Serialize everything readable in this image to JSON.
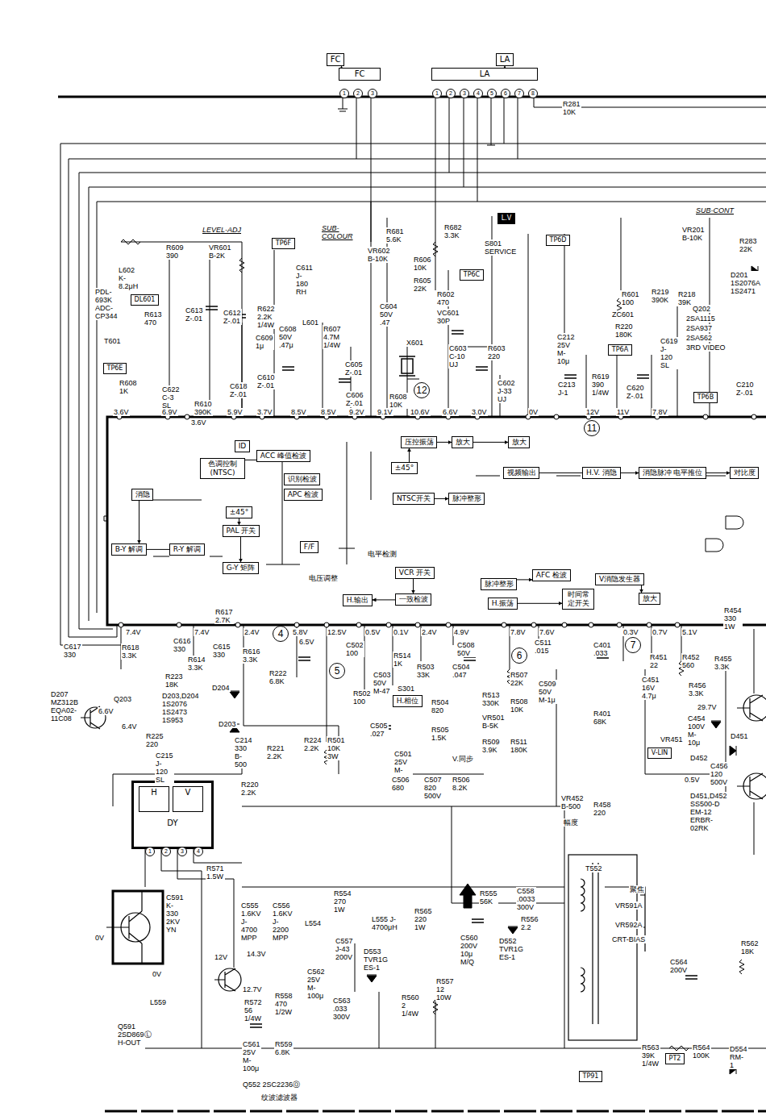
{
  "diagram": {
    "nodes": [
      {
        "text": [
          "FC"
        ]
      },
      {
        "text": [
          "FC"
        ]
      },
      {
        "text": [
          "LA"
        ]
      },
      {
        "text": [
          "LA"
        ]
      },
      {
        "text": [
          "TP6F"
        ]
      },
      {
        "text": [
          "DL601"
        ]
      },
      {
        "text": [
          "TP6E"
        ]
      },
      {
        "text": [
          "TP6C"
        ]
      },
      {
        "text": [
          "TP6D"
        ]
      },
      {
        "text": [
          "TP6A"
        ]
      },
      {
        "text": [
          "TP6B"
        ]
      },
      {
        "text": [
          "L.V"
        ]
      },
      {
        "text": [
          "ID"
        ]
      },
      {
        "text": [
          "ACC 峰值检波"
        ]
      },
      {
        "text": [
          "色调控制 (NTSC)"
        ]
      },
      {
        "text": [
          "识别检波"
        ]
      },
      {
        "text": [
          "APC 检波"
        ]
      },
      {
        "text": [
          "压控振荡"
        ]
      },
      {
        "text": [
          "放大"
        ]
      },
      {
        "text": [
          "±45°"
        ]
      },
      {
        "text": [
          "放大"
        ]
      },
      {
        "text": [
          "NTSC开关"
        ]
      },
      {
        "text": [
          "脉冲整形"
        ]
      },
      {
        "text": [
          "视频输出"
        ]
      },
      {
        "text": [
          "H.V. 消隐"
        ]
      },
      {
        "text": [
          "消隐脉冲 电平推位"
        ]
      },
      {
        "text": [
          "对比度"
        ]
      },
      {
        "text": [
          "消隐"
        ]
      },
      {
        "text": [
          "±45°"
        ]
      },
      {
        "text": [
          "PAL 开关"
        ]
      },
      {
        "text": [
          "B-Y 解调"
        ]
      },
      {
        "text": [
          "R-Y 解调"
        ]
      },
      {
        "text": [
          "G-Y 矩阵"
        ]
      },
      {
        "text": [
          "F/F"
        ]
      },
      {
        "text": [
          "VCR 开关"
        ]
      },
      {
        "text": [
          "一致检波"
        ]
      },
      {
        "text": [
          "脉冲整形"
        ]
      },
      {
        "text": [
          "AFC 检波"
        ]
      },
      {
        "text": [
          "H.输出"
        ]
      },
      {
        "text": [
          "H.振荡"
        ]
      },
      {
        "text": [
          "时间常 定开关"
        ]
      },
      {
        "text": [
          "V消隐发生器"
        ]
      },
      {
        "text": [
          "放大"
        ]
      },
      {
        "text": [
          "H.相位"
        ]
      },
      {
        "text": [
          "V-LIN"
        ]
      },
      {
        "text": [
          "DY"
        ]
      },
      {
        "text": [
          "H"
        ],
        "in": 45
      },
      {
        "text": [
          "V"
        ],
        "in": 45
      },
      {
        "text": [
          "TP91"
        ]
      },
      {
        "text": [
          "PT2"
        ]
      }
    ],
    "edges": [
      {
        "from": 1,
        "to": 0,
        "arrow": "to"
      },
      {
        "from": 3,
        "to": 2,
        "arrow": "to"
      },
      {
        "from": 17,
        "to": 18,
        "arrow": "to"
      },
      {
        "from": 18,
        "to": 20,
        "arrow": "to"
      },
      {
        "from": 19,
        "to": 17,
        "arrow": "to"
      },
      {
        "from": 21,
        "to": 22,
        "arrow": "to"
      },
      {
        "from": 23,
        "to": 24,
        "arrow": "none"
      },
      {
        "from": 24,
        "to": 25,
        "arrow": "to"
      },
      {
        "from": 25,
        "to": 26,
        "arrow": "to"
      },
      {
        "from": 27,
        "to": 30,
        "arrow": "to"
      },
      {
        "from": 28,
        "to": 29,
        "arrow": "to"
      },
      {
        "from": 29,
        "to": 32,
        "arrow": "to"
      },
      {
        "from": 30,
        "to": 31,
        "arrow": "none"
      },
      {
        "from": 34,
        "to": 35,
        "arrow": "to"
      },
      {
        "from": 35,
        "to": 38,
        "arrow": "to"
      },
      {
        "from": 36,
        "to": 37,
        "arrow": "to"
      },
      {
        "from": 39,
        "to": 40,
        "arrow": "to"
      },
      {
        "from": 41,
        "to": 42,
        "arrow": "to"
      },
      {
        "from": 14,
        "to": 13,
        "arrow": "none"
      }
    ],
    "labels": [
      "1",
      "2",
      "3",
      "1",
      "2",
      "3",
      "4",
      "5",
      "6",
      "7",
      "8",
      "R281 10K",
      "LEVEL-ADJ",
      "SUB-COLOUR",
      "SUB-CONT",
      "R609 390",
      "VR601 B-2K",
      "L602 K-8.2μH",
      "PDL-693K ADC-CP344",
      "R613 470",
      "C613 Z-.01",
      "C612 Z-.01",
      "T601",
      "R608 1K",
      "C622 C-3 SL",
      "R610 390K",
      "C618 Z-.01",
      "C611 J-180 RH",
      "L601",
      "R622 2.2K 1/4W",
      "C609 1μ",
      "C608 50V .47μ",
      "R607 4.7M 1/4W",
      "C610 Z-.01",
      "C605 Z-.01",
      "C606 Z-.01",
      "VR602 B-10K",
      "R681 5.6K",
      "R606 10K",
      "R605 22K",
      "R682 3.3K",
      "S801 SERVICE",
      "R602 470",
      "VC601 30P",
      "C604 50V .47",
      "C603 C-10 UJ",
      "R603 220",
      "X601",
      "R608 10K",
      "12",
      "C602 J-33 UJ",
      "C212 25V M-10μ",
      "C213 J-1",
      "R601 100",
      "R219 390K",
      "R218 39K",
      "ZC601",
      "R220 180K",
      "C619 J-120 SL",
      "R619 390 1/4W",
      "C620 Z-.01",
      "11",
      "C210 Z-.01",
      "VR201 B-10K",
      "R283 22K",
      "D201 1S2076A 1S2471",
      "Q202",
      "2SA1115",
      "2SA937",
      "2SA562",
      "3RD VIDEO",
      "3.6V",
      "6.9V",
      "3.6V",
      "5.9V",
      "3.7V",
      "8.5V",
      "8.5V",
      "9.2V",
      "9.1V",
      "10.6V",
      "6.6V",
      "3.0V",
      "0V",
      "12V",
      "11V",
      "7.8V",
      "电平检测",
      "电压调整",
      "7.4V",
      "7.4V",
      "2.4V",
      "5.8V",
      "6.5V",
      "12.5V",
      "0.5V",
      "0.1V",
      "2.4V",
      "4.9V",
      "7.8V",
      "7.6V",
      "0.3V",
      "0.7V",
      "5.1V",
      "4",
      "5",
      "6",
      "7",
      "C617 330",
      "R618 3.3K",
      "C616 330",
      "R617 2.7K",
      "C615 330",
      "R614 3.3K",
      "R616 3.3K",
      "R223 18K",
      "D203,D204 1S2076 1S2473 1S953",
      "D204",
      "D203",
      "R222 6.8K",
      "C214 330 B-500",
      "R221 2.2K",
      "R224 2.2K",
      "R501 10K 3W",
      "R220 2.2K",
      "D207 MZ312B EQA02-11C08",
      "Q203",
      "6.6V",
      "6.4V",
      "R225 220",
      "C215 J-120 SL",
      "C502 100",
      "R514 1K",
      "C503 50V M-47",
      "R503 33K",
      "C508 50V",
      "C504 .047",
      "R502 100",
      "S301",
      "R504 820",
      "R505 1.5K",
      "C505 .027",
      "C501 25V M-100μ",
      "R513 330K",
      "R507 22K",
      "R508 10K",
      "VR501 B-5K",
      "R509 3.9K",
      "R511 180K",
      "C509 50V M-1μ",
      "V.同步",
      "C511 .015",
      "C401 .033",
      "R451 22",
      "R452 560",
      "R454 330 1W",
      "R455 3.3K",
      "R456 3.3K",
      "29.7V",
      "C454 100V M-10μ",
      "C451 16V 4.7μ",
      "R401 68K",
      "VR451",
      "D452",
      "D451",
      "C456 120 500V",
      "0.5V",
      "D451,D452 SS500-D EM-12 ERBR-02RK",
      "VR452 B-500",
      "幅度",
      "R458 220",
      "C506 680",
      "C507 820 500V",
      "R506 8.2K",
      "R571 1.5W",
      "C591 K-330 2KV YN",
      "0V",
      "0V",
      "L559",
      "Q591 2SD869Ⓛ H-OUT",
      "C555 1.6KV J-4700 MPP",
      "C556 1.6KV J-2200 MPP",
      "R554 270 1W",
      "L554",
      "L555 J-4700μH",
      "R565 220 1W",
      "C557 J-43 200V",
      "D553 TVR1G ES-1",
      "12V",
      "14.3V",
      "12.7V",
      "C562 25V M-100μ",
      "R558 470 1/2W",
      "R572 56 1/4W",
      "C561 25V M-100μ",
      "R559 6.8K",
      "C563 .033 300V",
      "R560 2 1/4W",
      "R557 12 10W",
      "R555 56K",
      "C558 .0033 300V",
      "R556 2.2",
      "C560 200V 10μ M/Q",
      "D552 TVR1G ES-1",
      "T552",
      "聚焦",
      "VR591A",
      "VR592A",
      "CRT-BIAS",
      "R562 18K",
      "C564 200V",
      "R563 39K 1/4W",
      "R564 100K",
      "D554 RM-1",
      "Q552 2SC2236Ⓞ",
      "纹波滤波器",
      "1",
      "2",
      "3",
      "4"
    ]
  }
}
